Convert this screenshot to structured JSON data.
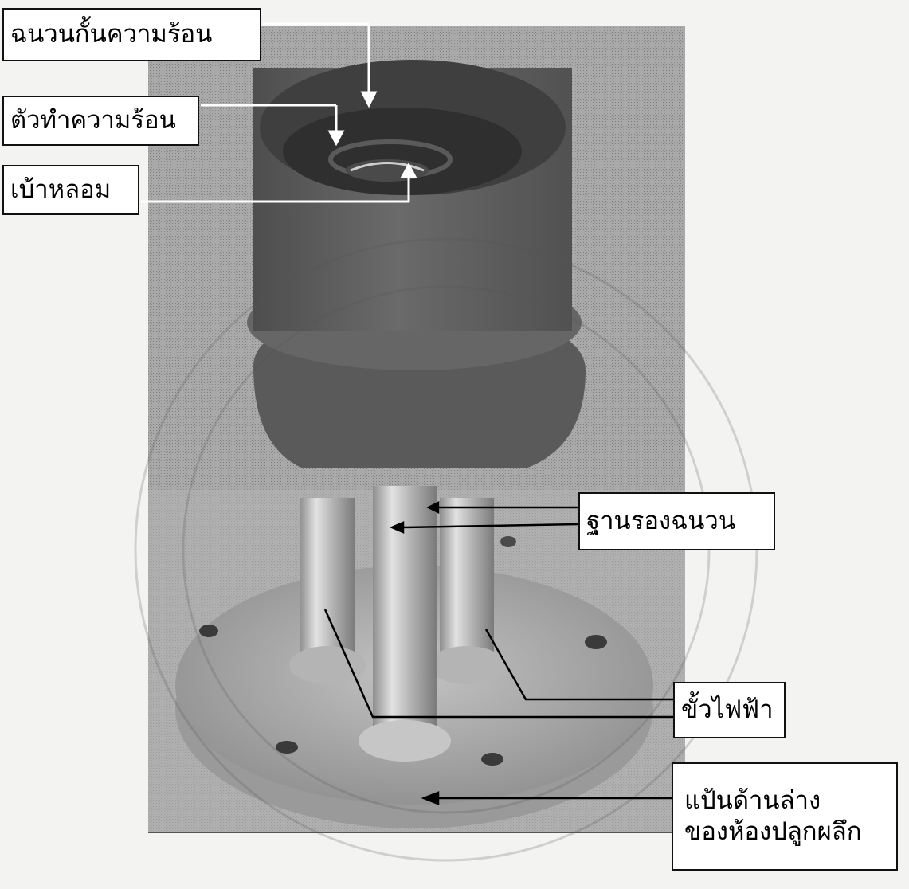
{
  "labels": {
    "insulator": "ฉนวนกั้นความร้อน",
    "heater": "ตัวทำความร้อน",
    "crucible_base": "เบ้าหลอม",
    "insulator_pedestal": "ฐานรองฉนวน",
    "electrode": "ขั้วไฟฟ้า",
    "base_plate_line1": "แป้นด้านล่าง",
    "base_plate_line2": "ของห้องปลูกผลึก"
  },
  "colors": {
    "background": "#f3f3f1",
    "photo_backdrop": "#a6a6a6",
    "insulator_body": "#5e5e5e",
    "metal_light": "#c9c9c9",
    "arrow_white": "#ffffff",
    "arrow_black": "#000000",
    "label_border": "#111111"
  }
}
